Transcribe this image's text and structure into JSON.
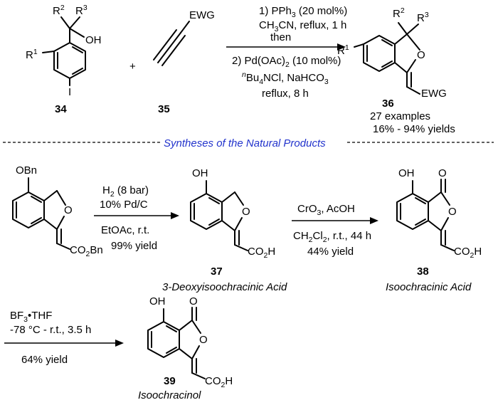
{
  "scheme": {
    "section_title": "Syntheses of the Natural Products",
    "top_reaction": {
      "step1_parts": [
        "1) PPh",
        "3",
        " (20 mol%)"
      ],
      "solvent_parts": [
        "CH",
        "3",
        "CN, reflux, 1 h"
      ],
      "then": "then",
      "step2_parts": [
        "2) Pd(OAc)",
        "2",
        " (10 mol%)"
      ],
      "additives_parts": [
        "n",
        "Bu",
        "4",
        "NCl, NaHCO",
        "3"
      ],
      "time": "reflux, 8 h"
    },
    "plus": "+",
    "compounds": {
      "c34": {
        "id": "34",
        "r1": "R",
        "r1_sup": "1",
        "r2": "R",
        "r2_sup": "2",
        "r3": "R",
        "r3_sup": "3",
        "oh": "OH",
        "i": "I"
      },
      "c35": {
        "id": "35",
        "ewg": "EWG"
      },
      "c36": {
        "id": "36",
        "r1": "R",
        "r1_sup": "1",
        "r2": "R",
        "r2_sup": "2",
        "r3": "R",
        "r3_sup": "3",
        "o": "O",
        "ewg": "EWG",
        "examples": "27 examples",
        "yields": "16% - 94% yields"
      },
      "c_start": {
        "obn": "OBn",
        "o": "O",
        "ester_parts": [
          "CO",
          "2",
          "Bn"
        ]
      },
      "c37": {
        "id": "37",
        "oh": "OH",
        "o": "O",
        "acid_parts": [
          "CO",
          "2",
          "H"
        ],
        "name": "3-Deoxyisoochracinic Acid"
      },
      "c38": {
        "id": "38",
        "oh": "OH",
        "o_carbonyl": "O",
        "o": "O",
        "acid_parts": [
          "CO",
          "2",
          "H"
        ],
        "name": "Isoochracinic Acid"
      },
      "c39": {
        "id": "39",
        "oh": "OH",
        "o_carbonyl": "O",
        "o": "O",
        "acid_parts": [
          "CO",
          "2",
          "H"
        ],
        "name": "Isoochracinol"
      }
    },
    "step_a": {
      "line1_parts": [
        "H",
        "2",
        " (8 bar)"
      ],
      "line2": "10% Pd/C",
      "line3": "EtOAc, r.t.",
      "line4": "99% yield"
    },
    "step_b": {
      "line1": "CrO3, AcOH",
      "line1_parts": [
        "CrO",
        "3",
        ", AcOH"
      ],
      "line2_parts": [
        "CH",
        "2",
        "Cl",
        "2",
        ", r.t., 44 h"
      ],
      "line3": "44% yield"
    },
    "step_c": {
      "line1_parts": [
        "BF",
        "3",
        "•THF"
      ],
      "line2": "-78 °C - r.t., 3.5 h",
      "line3": "64% yield"
    }
  }
}
